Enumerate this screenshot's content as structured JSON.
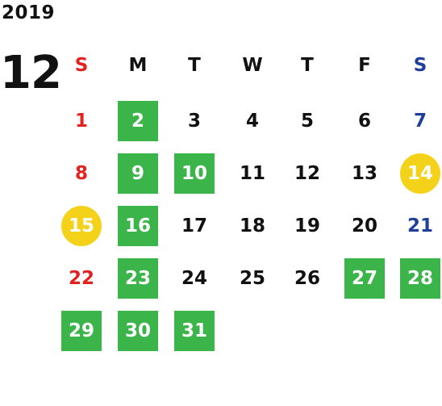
{
  "year": "2019",
  "month": "12",
  "colors": {
    "sunday": "#e3211f",
    "saturday": "#1f3f9a",
    "weekday": "#111111",
    "highlight_green": "#3bb54a",
    "highlight_yellow": "#f5d21a"
  },
  "weekdays": [
    "S",
    "M",
    "T",
    "W",
    "T",
    "F",
    "S"
  ],
  "weeks": [
    [
      {
        "d": "1",
        "h": ""
      },
      {
        "d": "2",
        "h": "green"
      },
      {
        "d": "3",
        "h": ""
      },
      {
        "d": "4",
        "h": ""
      },
      {
        "d": "5",
        "h": ""
      },
      {
        "d": "6",
        "h": ""
      },
      {
        "d": "7",
        "h": ""
      }
    ],
    [
      {
        "d": "8",
        "h": ""
      },
      {
        "d": "9",
        "h": "green"
      },
      {
        "d": "10",
        "h": "green"
      },
      {
        "d": "11",
        "h": ""
      },
      {
        "d": "12",
        "h": ""
      },
      {
        "d": "13",
        "h": ""
      },
      {
        "d": "14",
        "h": "yellow"
      }
    ],
    [
      {
        "d": "15",
        "h": "yellow"
      },
      {
        "d": "16",
        "h": "green"
      },
      {
        "d": "17",
        "h": ""
      },
      {
        "d": "18",
        "h": ""
      },
      {
        "d": "19",
        "h": ""
      },
      {
        "d": "20",
        "h": ""
      },
      {
        "d": "21",
        "h": ""
      }
    ],
    [
      {
        "d": "22",
        "h": ""
      },
      {
        "d": "23",
        "h": "green"
      },
      {
        "d": "24",
        "h": ""
      },
      {
        "d": "25",
        "h": ""
      },
      {
        "d": "26",
        "h": ""
      },
      {
        "d": "27",
        "h": "green"
      },
      {
        "d": "28",
        "h": "green"
      }
    ],
    [
      {
        "d": "29",
        "h": "green"
      },
      {
        "d": "30",
        "h": "green"
      },
      {
        "d": "31",
        "h": "green"
      },
      {
        "d": "",
        "h": ""
      },
      {
        "d": "",
        "h": ""
      },
      {
        "d": "",
        "h": ""
      },
      {
        "d": "",
        "h": ""
      }
    ]
  ]
}
